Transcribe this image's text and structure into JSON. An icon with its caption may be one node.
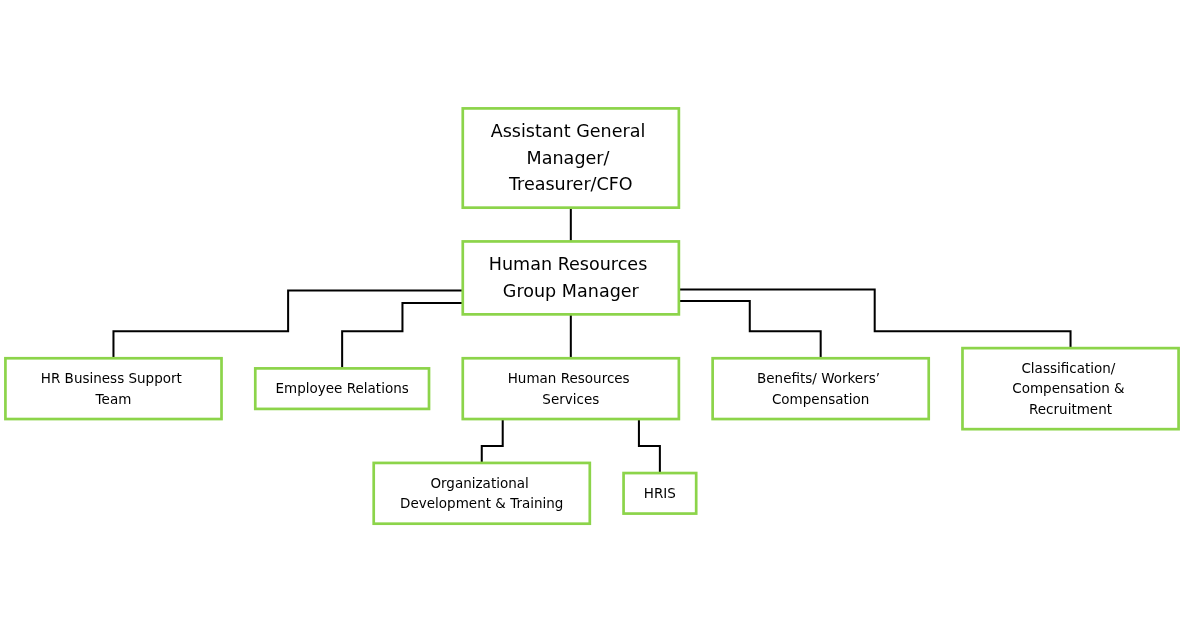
{
  "diagram": {
    "nodes": [
      {
        "text": [
          "Assistant General Manager/ Treasurer/CFO"
        ]
      },
      {
        "text": [
          "Human Resources Group Manager"
        ]
      },
      {
        "text": [
          "HR Business Support Team"
        ]
      },
      {
        "text": [
          "Employee Relations"
        ]
      },
      {
        "text": [
          "Human Resources Services"
        ]
      },
      {
        "text": [
          "Benefits/ Workers’ Compensation"
        ]
      },
      {
        "text": [
          "Classification/ Compensation & Recruitment"
        ]
      },
      {
        "text": [
          "Organizational Development & Training"
        ]
      },
      {
        "text": [
          "HRIS"
        ]
      }
    ],
    "edges": [
      {
        "from": 0,
        "to": 1,
        "arrow": "none"
      },
      {
        "from": 1,
        "to": 2,
        "arrow": "none"
      },
      {
        "from": 1,
        "to": 3,
        "arrow": "none"
      },
      {
        "from": 1,
        "to": 4,
        "arrow": "none"
      },
      {
        "from": 1,
        "to": 5,
        "arrow": "none"
      },
      {
        "from": 1,
        "to": 6,
        "arrow": "none"
      },
      {
        "from": 4,
        "to": 7,
        "arrow": "none"
      },
      {
        "from": 4,
        "to": 8,
        "arrow": "none"
      }
    ]
  }
}
